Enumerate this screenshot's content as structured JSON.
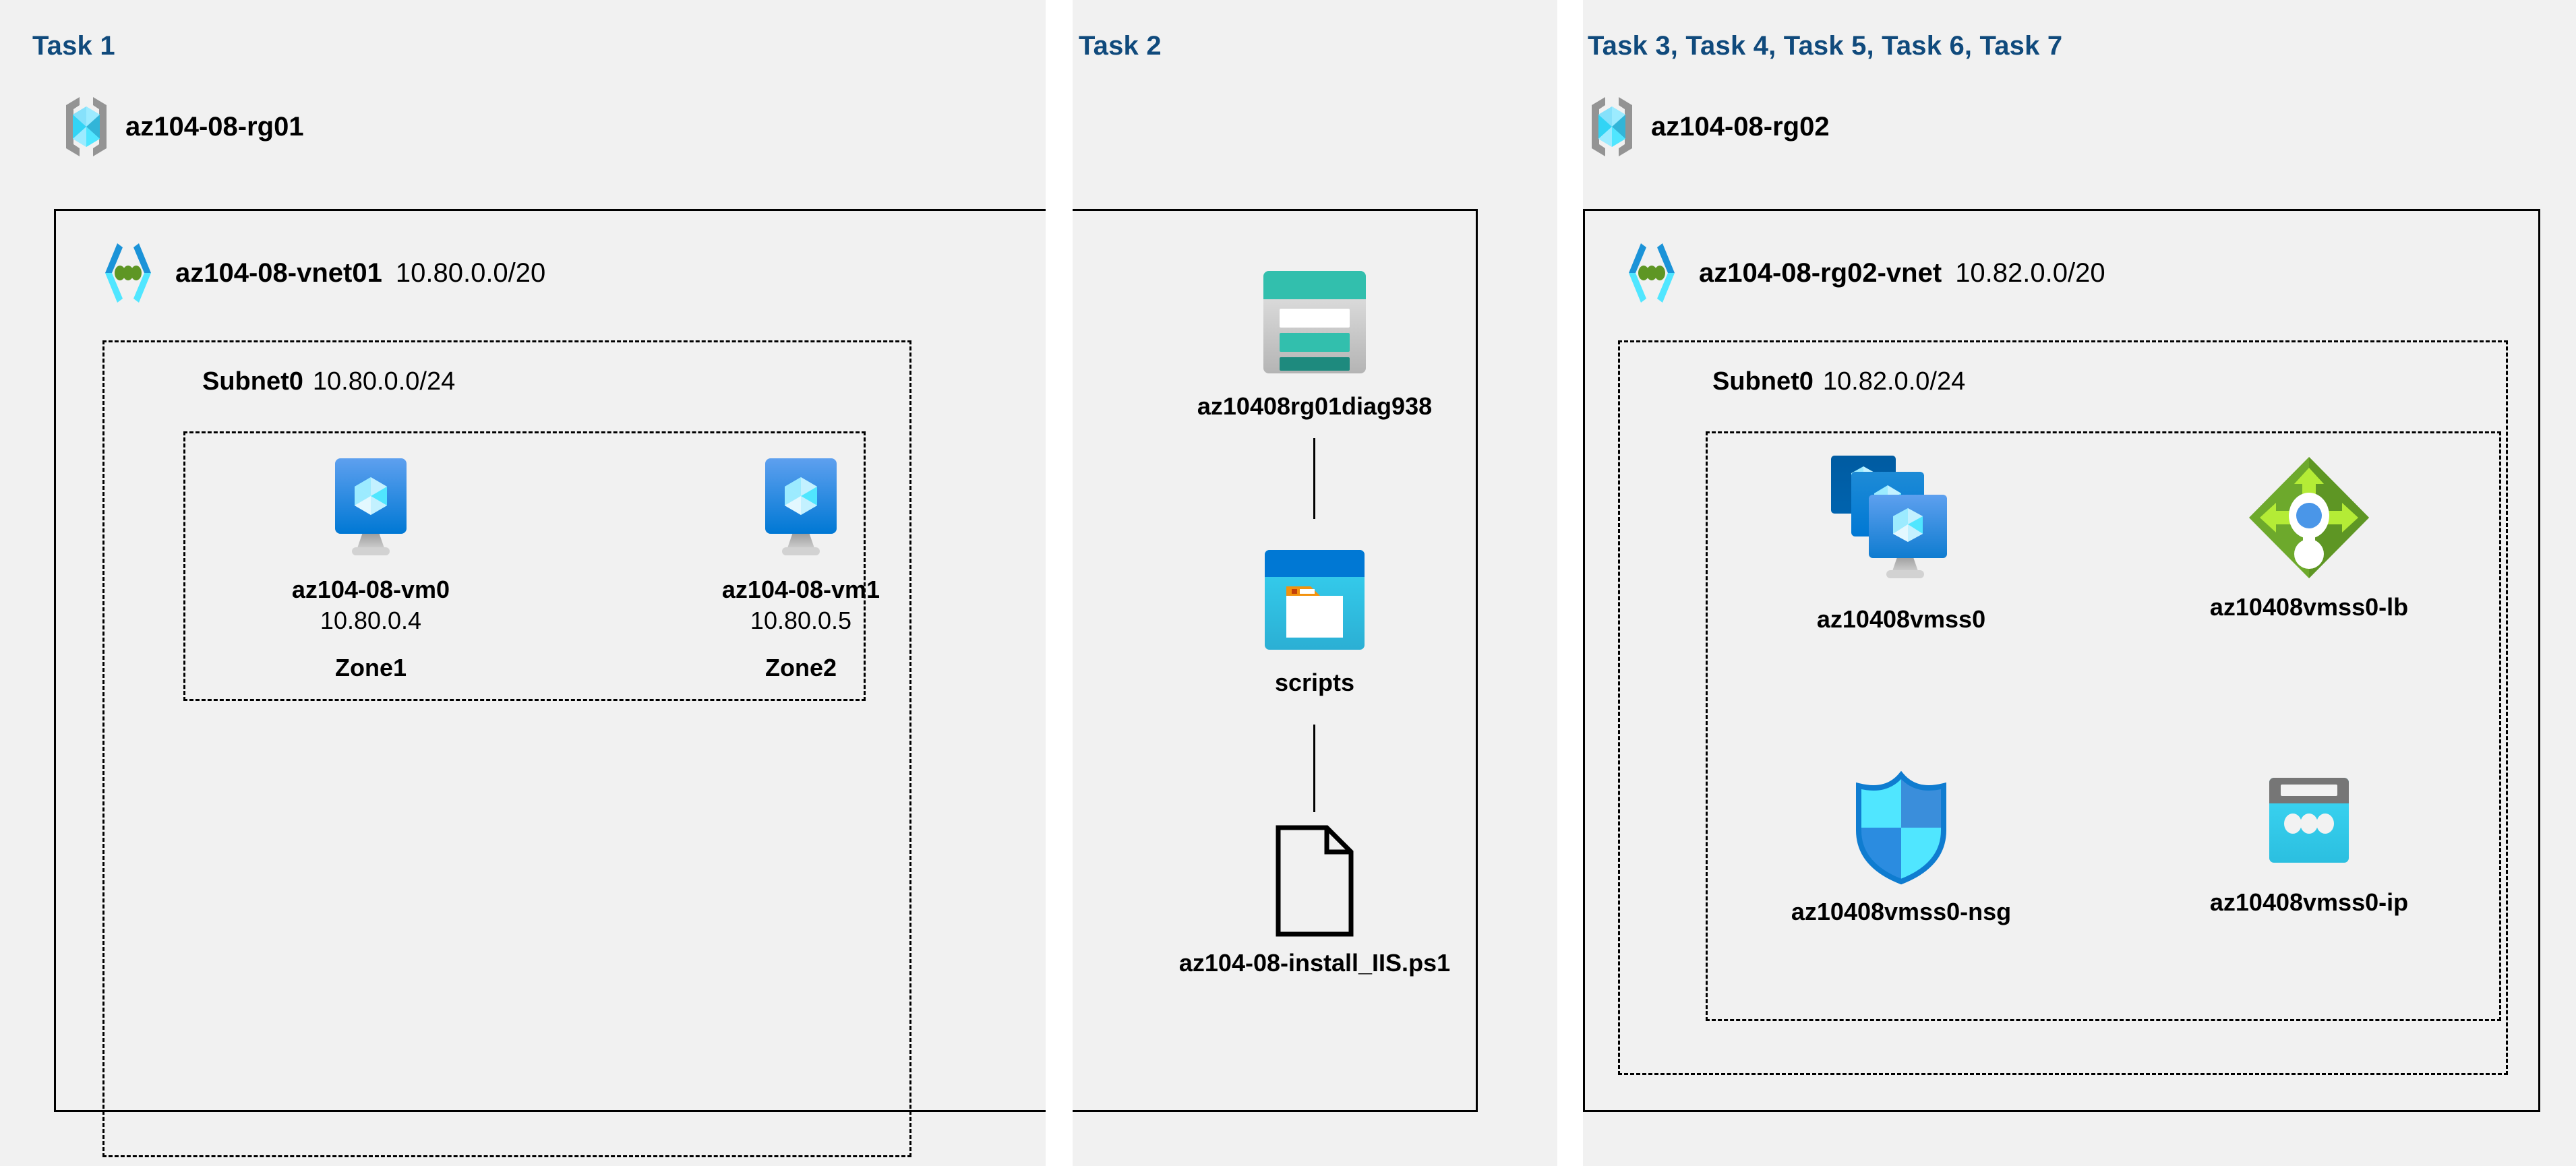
{
  "diagram": {
    "title": "Azure AZ-104 Lab 08 architecture",
    "colors": {
      "task_heading": "#104A7C",
      "panel_background": "#f1f1f1",
      "page_background": "#ffffff",
      "border": "#000000",
      "vm_blue": "#0078D4",
      "storage_teal": "#32BFAD",
      "lb_green": "#76A82A",
      "nsg_cyan": "#32D4F5",
      "container_blue": "#0078D4",
      "ip_cyan": "#32C9EA"
    }
  },
  "columns": [
    {
      "heading": "Task 1",
      "resource_group": {
        "name": "az104-08-rg01",
        "icon": "resource-group-icon"
      },
      "vnet": {
        "name": "az104-08-vnet01",
        "cidr": "10.80.0.0/20",
        "icon": "virtual-network-icon"
      },
      "subnet": {
        "name": "Subnet0",
        "cidr": "10.80.0.0/24"
      },
      "vms": [
        {
          "icon": "virtual-machine-icon",
          "name": "az104-08-vm0",
          "ip": "10.80.0.4",
          "zone": "Zone1"
        },
        {
          "icon": "virtual-machine-icon",
          "name": "az104-08-vm1",
          "ip": "10.80.0.5",
          "zone": "Zone2"
        }
      ]
    },
    {
      "heading": "Task 2",
      "items": [
        {
          "icon": "storage-account-icon",
          "name": "az10408rg01diag938"
        },
        {
          "icon": "blob-container-icon",
          "name": "scripts"
        },
        {
          "icon": "file-icon",
          "name": "az104-08-install_IIS.ps1"
        }
      ]
    },
    {
      "heading": "Task 3, Task 4, Task 5, Task 6, Task 7",
      "resource_group": {
        "name": "az104-08-rg02",
        "icon": "resource-group-icon"
      },
      "vnet": {
        "name": "az104-08-rg02-vnet",
        "cidr": "10.82.0.0/20",
        "icon": "virtual-network-icon"
      },
      "subnet": {
        "name": "Subnet0",
        "cidr": "10.82.0.0/24"
      },
      "resources": [
        {
          "icon": "vm-scale-set-icon",
          "name": "az10408vmss0"
        },
        {
          "icon": "load-balancer-icon",
          "name": "az10408vmss0-lb"
        },
        {
          "icon": "network-security-group-icon",
          "name": "az10408vmss0-nsg"
        },
        {
          "icon": "public-ip-address-icon",
          "name": "az10408vmss0-ip"
        }
      ]
    }
  ]
}
